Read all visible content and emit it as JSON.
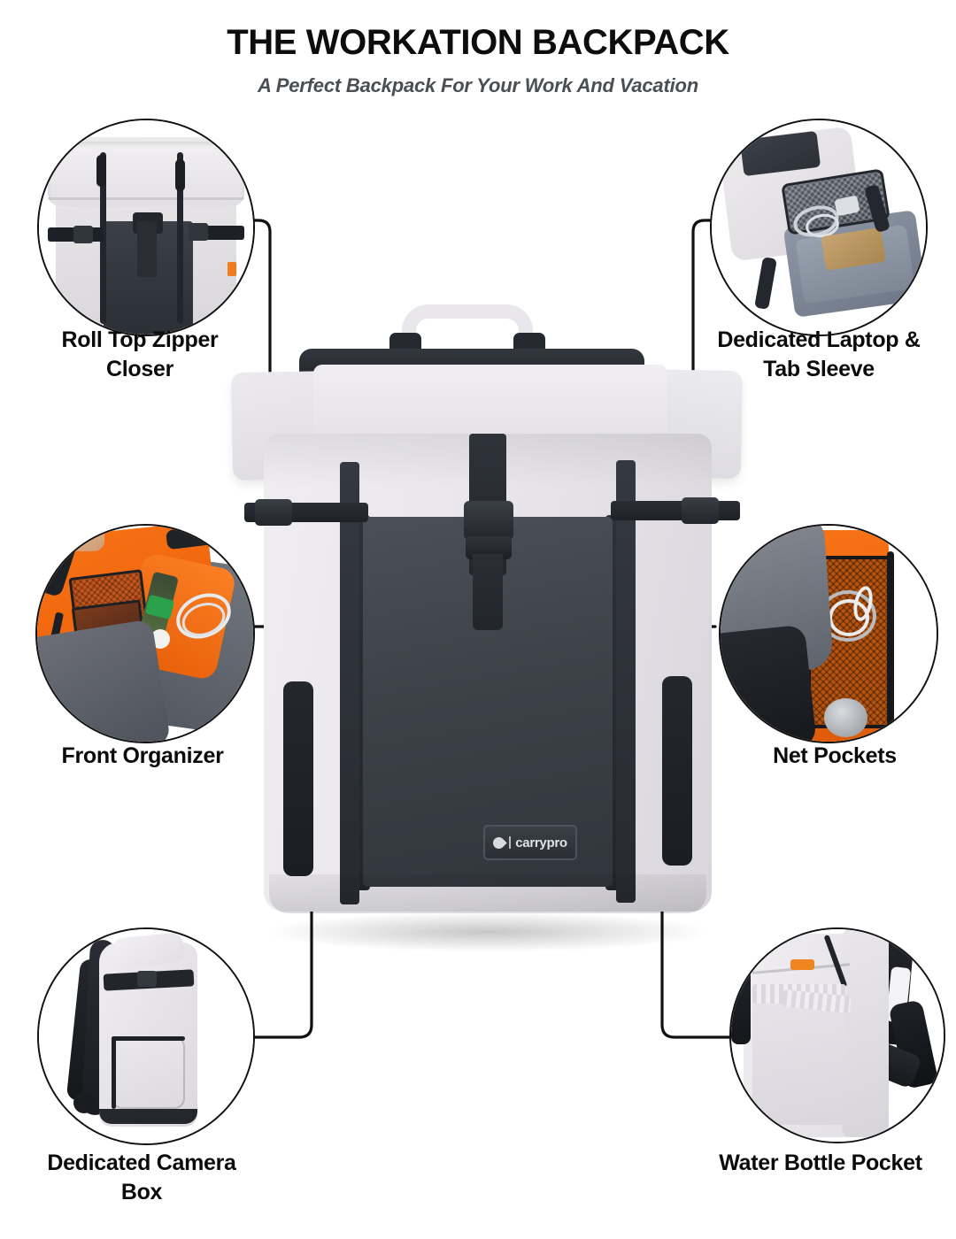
{
  "header": {
    "title": "THE WORKATION BACKPACK",
    "subtitle": "A Perfect Backpack For Your Work And Vacation"
  },
  "product": {
    "brand": "carrypro",
    "brand_mark": "half-circle-mark",
    "colors": {
      "body_light_gray": "#e7e5ea",
      "panel_dark_gray": "#3d4249",
      "strap_black": "#23262c",
      "lining_orange": "#f97316",
      "accent_tag_orange": "#ef8520",
      "text_black": "#0b0b0b",
      "subtitle_gray": "#4b4f54",
      "connector_line": "#111111",
      "background": "#ffffff"
    }
  },
  "features": [
    {
      "id": "roll-top-zipper-closer",
      "label_line1": "Roll Top Zipper",
      "label_line2": "Closer",
      "position": "top-left",
      "inset_description": "Close-up of roll top with dual zippers and buckle"
    },
    {
      "id": "dedicated-laptop-tab-sleeve",
      "label_line1": "Dedicated Laptop &",
      "label_line2": "Tab Sleeve",
      "position": "top-right",
      "inset_description": "Opened backpack showing padded laptop and tablet sleeve"
    },
    {
      "id": "front-organizer",
      "label_line1": "Front Organizer",
      "label_line2": "",
      "position": "middle-left",
      "inset_description": "Orange lined front organizer with phone, bottle and cables"
    },
    {
      "id": "net-pockets",
      "label_line1": "Net Pockets",
      "label_line2": "",
      "position": "middle-right",
      "inset_description": "Mesh net pockets with orange lining holding cables"
    },
    {
      "id": "dedicated-camera-box",
      "label_line1": "Dedicated Camera",
      "label_line2": "Box",
      "position": "bottom-left",
      "inset_description": "Side profile of backpack showing camera box compartment"
    },
    {
      "id": "water-bottle-pocket",
      "label_line1": "Water Bottle Pocket",
      "label_line2": "",
      "position": "bottom-right",
      "inset_description": "Elastic side water bottle pocket with orange tab"
    }
  ]
}
